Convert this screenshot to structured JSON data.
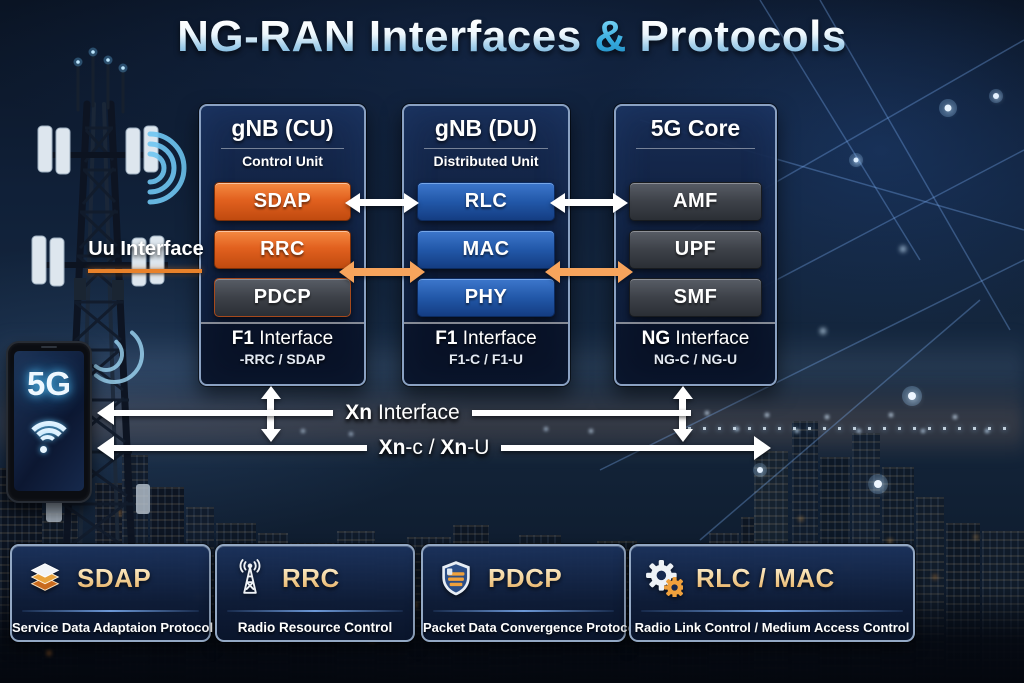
{
  "title": {
    "part1": "NG-RAN Interfaces ",
    "amp": "&",
    "part2": " Protocols"
  },
  "uu_interface": {
    "label": "Uu Interface"
  },
  "columns": [
    {
      "header": "gNB (CU)",
      "subtitle": "Control Unit",
      "protocols": [
        "SDAP",
        "RRC",
        "PDCP"
      ],
      "interface_bold": "F1",
      "interface_rest": " Interface",
      "interface_sub": "-RRC / SDAP"
    },
    {
      "header": "gNB (DU)",
      "subtitle": "Distributed Unit",
      "protocols": [
        "RLC",
        "MAC",
        "PHY"
      ],
      "interface_bold": "F1",
      "interface_rest": " Interface",
      "interface_sub": "F1-C / F1-U"
    },
    {
      "header": "5G Core",
      "subtitle": "",
      "protocols": [
        "AMF",
        "UPF",
        "SMF"
      ],
      "interface_bold": "NG",
      "interface_rest": " Interface",
      "interface_sub": "NG-C / NG-U"
    }
  ],
  "xn": {
    "line1_bold": "Xn",
    "line1_rest": " Interface",
    "line2_b1": "Xn",
    "line2_r1": "-c / ",
    "line2_b2": "Xn",
    "line2_r2": "-U"
  },
  "phone": {
    "label": "5G"
  },
  "legend": [
    {
      "icon": "layers-icon",
      "title": "SDAP",
      "subtitle": "Service Data Adaptaion Protocol"
    },
    {
      "icon": "antenna-icon",
      "title": "RRC",
      "subtitle": "Radio Resource Control"
    },
    {
      "icon": "shield-icon",
      "title": "PDCP",
      "subtitle": "Packet Data Convergence Protocol"
    },
    {
      "icon": "gears-icon",
      "title": "RLC / MAC",
      "subtitle": "Radio Link Control / Medium Access Control"
    }
  ],
  "colors": {
    "accent_orange": "#E2611F",
    "arrow_orange": "#F7A45C",
    "protocol_blue": "#2258A9",
    "panel_navy": "#13254B",
    "legend_gold": "#EEC27C",
    "title_cyan": "#35AADE"
  }
}
